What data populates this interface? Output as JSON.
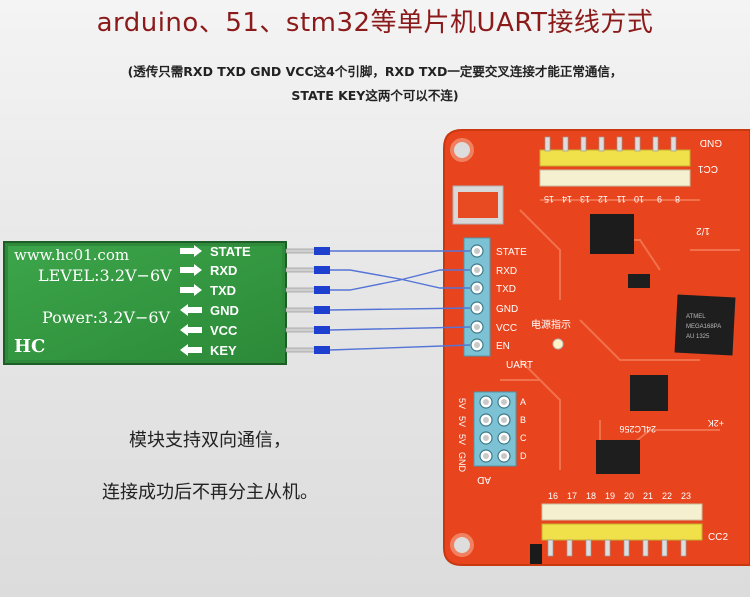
{
  "header": {
    "title": "arduino、51、stm32等单片机UART接线方式",
    "note_line1": "(透传只需RXD TXD GND VCC这4个引脚，RXD TXD一定要交叉连接才能正常通信，",
    "note_line2": "STATE KEY这两个可以不连)"
  },
  "module": {
    "site": "www.hc01.com",
    "level": "LEVEL:3.2V−6V",
    "power": "Power:3.2V−6V",
    "logo": "HC",
    "pins": [
      "STATE",
      "RXD",
      "TXD",
      "GND",
      "VCC",
      "KEY"
    ]
  },
  "board": {
    "uart_pins": [
      "STATE",
      "RXD",
      "TXD",
      "GND",
      "VCC",
      "EN"
    ],
    "uart_label": "UART",
    "power_indicator": "电源指示",
    "ad_label": "AD",
    "top_numbers": [
      "8",
      "9",
      "10",
      "11",
      "12",
      "13",
      "14",
      "15"
    ],
    "bottom_numbers": [
      "16",
      "17",
      "18",
      "19",
      "20",
      "21",
      "22",
      "23"
    ],
    "cc1": "CC1",
    "cc2": "CC2",
    "gnd": "GND",
    "chip_text": [
      "ATMEL",
      "MEGA168PA",
      "AU 1325"
    ],
    "chip_small": "24LC256",
    "side_numbers": [
      "1/2",
      "+2K"
    ],
    "ad_pins_left": [
      "5V",
      "5V",
      "5V",
      "GND"
    ],
    "ad_pins_right": [
      "A",
      "B",
      "C",
      "D"
    ]
  },
  "captions": {
    "line1": "模块支持双向通信，",
    "line2": "连接成功后不再分主从机。"
  }
}
